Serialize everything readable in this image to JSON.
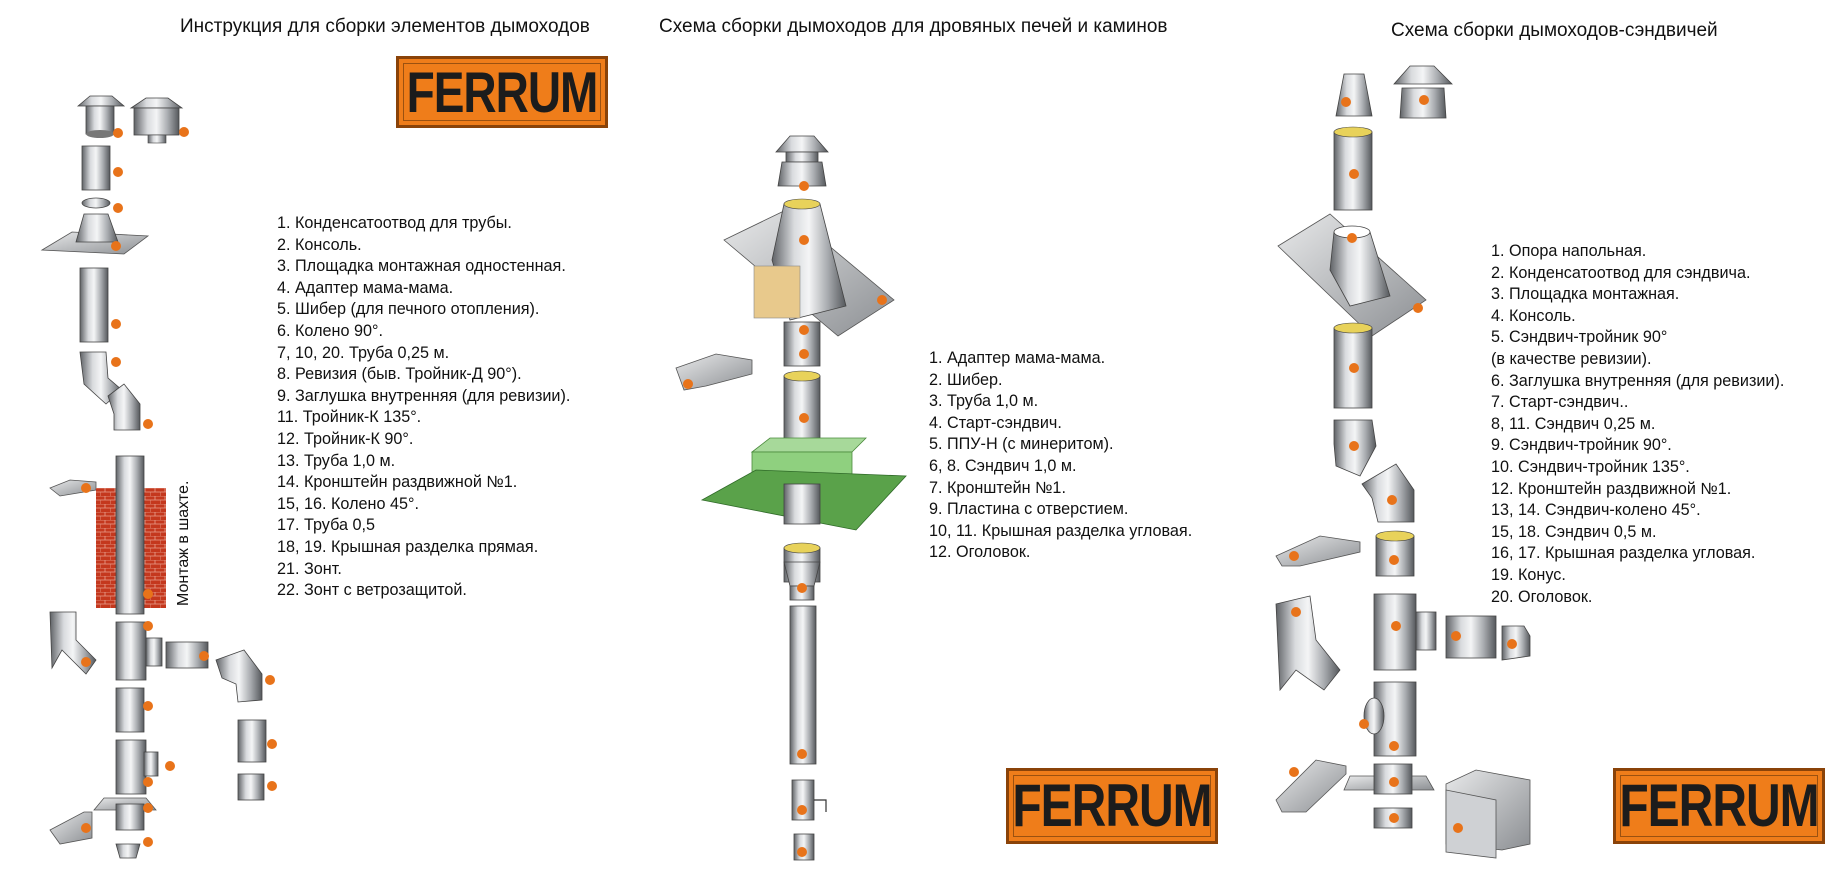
{
  "titles": {
    "left": "Инструкция для сборки элементов дымоходов",
    "middle": "Схема сборки дымоходов для дровяных печей и каминов",
    "right": "Схема сборки дымоходов-сэндвичей"
  },
  "brand": {
    "logo_text": "FERRUM",
    "logo_color": "#ef7d1a"
  },
  "shaft_label": "Монтаж в шахте.",
  "list_left": [
    "1. Конденсатоотвод для трубы.",
    "2. Консоль.",
    "3. Площадка монтажная одностенная.",
    "4. Адаптер мама-мама.",
    "5. Шибер (для печного отопления).",
    "6. Колено 90°.",
    "7, 10, 20. Труба 0,25 м.",
    "8. Ревизия (быв. Тройник-Д 90°).",
    "9. Заглушка внутренняя (для ревизии).",
    "11. Тройник-К 135°.",
    "12. Тройник-К 90°.",
    "13. Труба 1,0 м.",
    "14. Кронштейн раздвижной №1.",
    "15, 16. Колено 45°.",
    "17. Труба 0,5",
    "18, 19. Крышная разделка прямая.",
    "21. Зонт.",
    "22. Зонт с ветрозащитой."
  ],
  "list_middle": [
    "1. Адаптер мама-мама.",
    "2. Шибер.",
    "3. Труба 1,0 м.",
    "4. Старт-сэндвич.",
    "5. ППУ-Н (с минеритом).",
    "6, 8.  Сэндвич 1,0 м.",
    "7. Кронштейн №1.",
    "9. Пластина с отверстием.",
    "10, 11. Крышная разделка угловая.",
    "12. Оголовок."
  ],
  "list_right": [
    "1. Опора напольная.",
    "2. Конденсатоотвод для сэндвича.",
    "3. Площадка монтажная.",
    "4. Консоль.",
    "5. Сэндвич-тройник 90°",
    "(в качестве ревизии).",
    "6. Заглушка внутренняя (для ревизии).",
    "7. Старт-сэндвич..",
    "8, 11. Сэндвич 0,25 м.",
    "9. Сэндвич-тройник 90°.",
    "10. Сэндвич-тройник 135°.",
    "12. Кронштейн раздвижной №1.",
    "13, 14. Сэндвич-колено 45°.",
    "15, 18. Сэндвич 0,5 м.",
    "16, 17. Крышная разделка угловая.",
    "19. Конус.",
    "20. Оголовок."
  ]
}
